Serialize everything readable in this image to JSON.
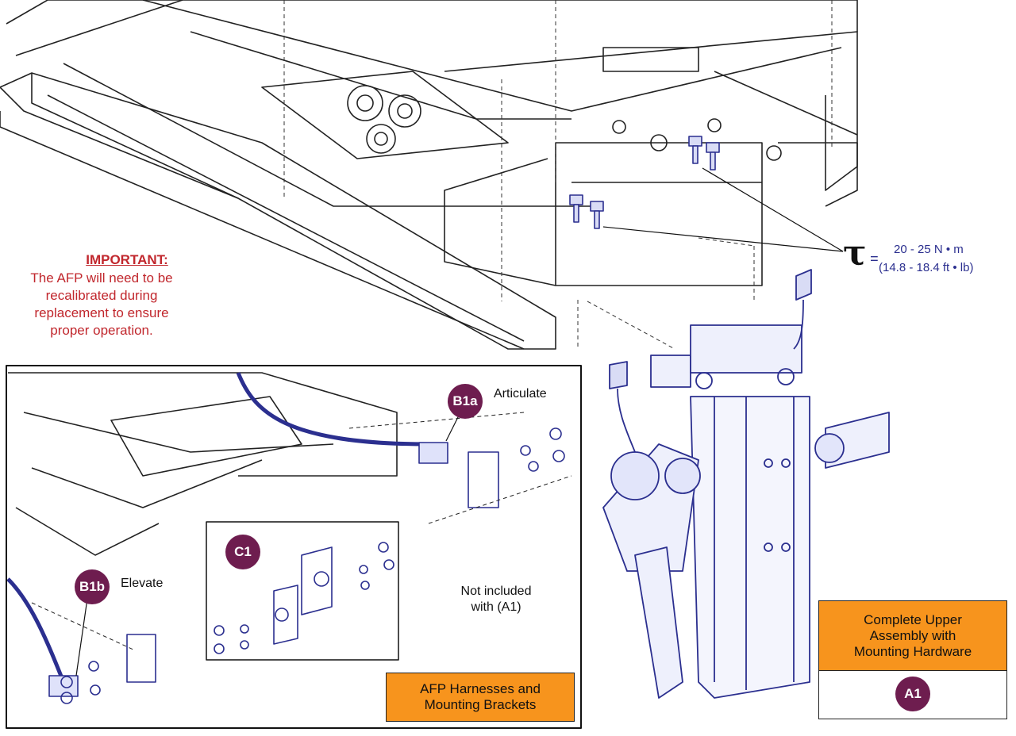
{
  "important": {
    "heading": "IMPORTANT:",
    "lines": [
      "The AFP will need to be",
      "recalibrated during",
      "replacement to ensure",
      "proper operation."
    ]
  },
  "torque": {
    "symbol": "τ",
    "equals": "=",
    "metric": "20 - 25 N • m",
    "imperial": "(14.8 - 18.4 ft • lb)"
  },
  "callouts": {
    "b1a": {
      "badge": "B1a",
      "label": "Articulate"
    },
    "b1b": {
      "badge": "B1b",
      "label": "Elevate"
    },
    "c1": {
      "badge": "C1"
    },
    "a1": {
      "badge": "A1"
    }
  },
  "notes": {
    "not_included": [
      "Not included",
      "with (A1)"
    ]
  },
  "boxes": {
    "harness": [
      "AFP Harnesses and",
      "Mounting Brackets"
    ],
    "upper_assembly": [
      "Complete Upper",
      "Assembly with",
      "Mounting Hardware"
    ]
  },
  "colors": {
    "line_art": "#2b2f8f",
    "badge": "#6e1d4f",
    "warning": "#c1272d",
    "box_fill": "#f7941d"
  }
}
